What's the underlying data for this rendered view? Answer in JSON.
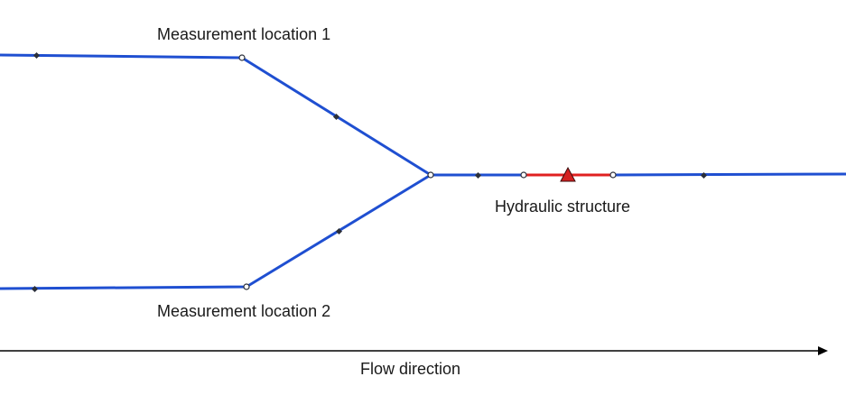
{
  "labels": {
    "measurement_location_1": "Measurement location 1",
    "measurement_location_2": "Measurement location 2",
    "hydraulic_structure": "Hydraulic structure",
    "flow_direction": "Flow direction"
  },
  "colors": {
    "channel": "#1f4fd1",
    "structure_reach": "#e02020",
    "structure_marker": "#d42020",
    "vertex_fill": "#2a2f3a",
    "node_fill": "#ffffff",
    "arrow": "#000000",
    "text": "#1a1a1a"
  },
  "icons": {
    "structure_marker": "triangle-marker",
    "flow_arrow": "arrow-right"
  }
}
